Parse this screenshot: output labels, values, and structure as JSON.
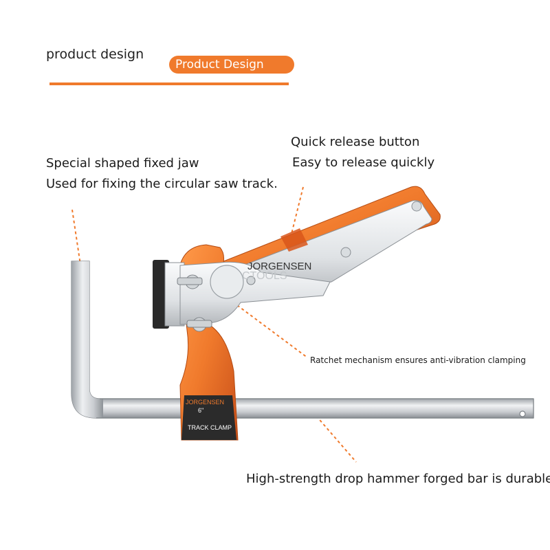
{
  "header": {
    "title": "product design",
    "pill_label": "Product Design"
  },
  "callouts": {
    "fixed_jaw": {
      "line1": "Special shaped fixed jaw",
      "line2": "Used for fixing the circular saw track."
    },
    "quick_release": {
      "line1": "Quick release button",
      "line2": "Easy to release quickly"
    },
    "ratchet": "Ratchet mechanism ensures anti-vibration clamping",
    "bar": "High-strength drop hammer forged bar is durable."
  },
  "clamp": {
    "brand": "JORGENSEN",
    "handle_brand": "JORGENSEN",
    "size": "6\"",
    "model": "TRACK CLAMP",
    "watermark": "CTOOLS"
  },
  "colors": {
    "accent": "#f07a2c",
    "orange_dark": "#d9561a",
    "steel": "#d4d6d8",
    "rubber": "#2a2a2a"
  }
}
